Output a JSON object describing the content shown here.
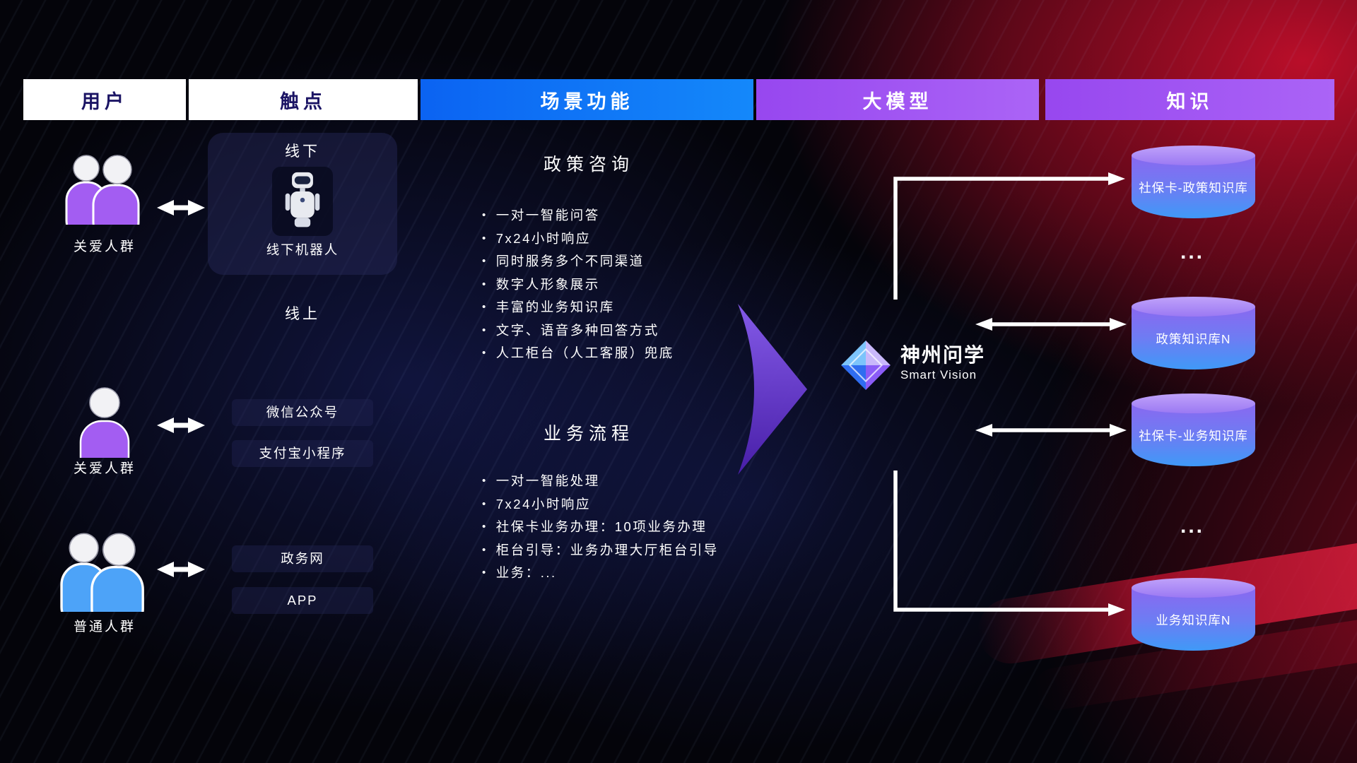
{
  "headers": [
    "用户",
    "触点",
    "场景功能",
    "大模型",
    "知识"
  ],
  "users": [
    {
      "label": "关爱人群",
      "icon": "group-purple"
    },
    {
      "label": "关爱人群",
      "icon": "person-purple"
    },
    {
      "label": "普通人群",
      "icon": "group-blue"
    }
  ],
  "touchpoints": {
    "offline_title": "线下",
    "robot_label": "线下机器人",
    "online_title": "线上",
    "channels": [
      "微信公众号",
      "支付宝小程序",
      "政务网",
      "APP"
    ]
  },
  "scenarios": [
    {
      "title": "政策咨询",
      "items": [
        "一对一智能问答",
        "7x24小时响应",
        "同时服务多个不同渠道",
        "数字人形象展示",
        "丰富的业务知识库",
        "文字、语音多种回答方式",
        "人工柜台（人工客服）兜底"
      ]
    },
    {
      "title": "业务流程",
      "items": [
        "一对一智能处理",
        "7x24小时响应",
        "社保卡业务办理：10项业务办理",
        "柜台引导：业务办理大厅柜台引导",
        "业务：..."
      ]
    }
  ],
  "model": {
    "name": "神州问学",
    "subtitle": "Smart Vision"
  },
  "knowledge": {
    "items": [
      "社保卡-政策知识库",
      "政策知识库N",
      "社保卡-业务知识库",
      "业务知识库N"
    ],
    "ellipsis": "..."
  },
  "colors": {
    "header_blue": "#0c6ef4",
    "header_purple": "#a158f0",
    "header_text_dark": "#1b1464",
    "user_purple": "#a35df2",
    "user_blue": "#4da3f8",
    "cylinder_purple": "#8a68f0",
    "cylinder_blue": "#3f99f7",
    "big_arrow_purple": "#6d3bd8",
    "accent_red": "#c01430",
    "connector_white": "#ffffff"
  }
}
